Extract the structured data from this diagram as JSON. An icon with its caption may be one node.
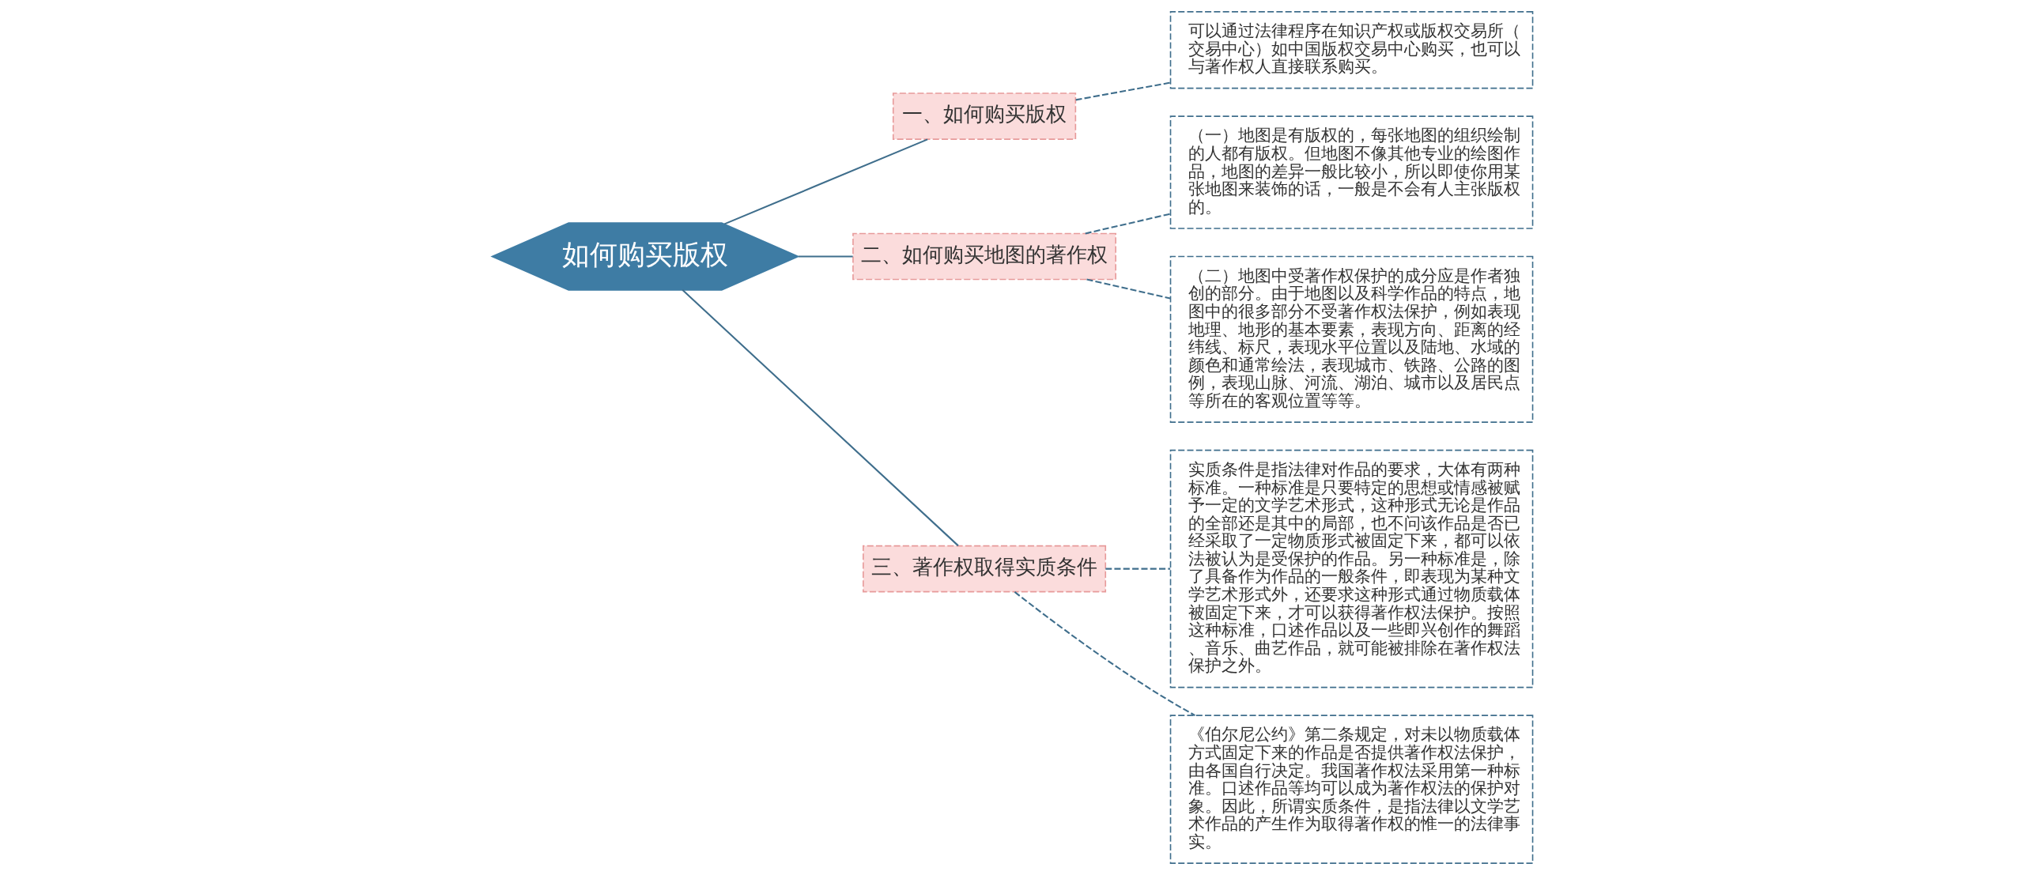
{
  "diagram": {
    "nodes": [
      {
        "text": [
          "如何购买版权"
        ]
      },
      {
        "text": [
          "一、如何购买版权"
        ]
      },
      {
        "text": [
          "可以通过法律程序在知识产权或版权交易所（交易中心）如中国版权交易中心购买，也可以与著作权人直接联系购买。"
        ]
      },
      {
        "text": [
          "二、如何购买地图的著作权"
        ]
      },
      {
        "text": [
          "（一）地图是有版权的，每张地图的组织绘制的人都有版权。但地图不像其他专业的绘图作品，地图的差异一般比较小，所以即使你用某张地图来装饰的话，一般是不会有人主张版权的。"
        ]
      },
      {
        "text": [
          "（二）地图中受著作权保护的成分应是作者独创的部分。由于地图以及科学作品的特点，地图中的很多部分不受著作权法保护，例如表现地理、地形的基本要素，表现方向、距离的经纬线、标尺，表现水平位置以及陆地、水域的颜色和通常绘法，表现城市、铁路、公路的图例，表现山脉、河流、湖泊、城市以及居民点等所在的客观位置等等。"
        ]
      },
      {
        "text": [
          "三、著作权取得实质条件"
        ]
      },
      {
        "text": [
          "实质条件是指法律对作品的要求，大体有两种标准。一种标准是只要特定的思想或情感被赋予一定的文学艺术形式，这种形式无论是作品的全部还是其中的局部，也不问该作品是否已经采取了一定物质形式被固定下来，都可以依法被认为是受保护的作品。另一种标准是，除了具备作为作品的一般条件，即表现为某种文学艺术形式外，还要求这种形式通过物质载体被固定下来，才可以获得著作权法保护。按照这种标准，口述作品以及一些即兴创作的舞蹈、音乐、曲艺作品，就可能被排除在著作权法保护之外。"
        ]
      },
      {
        "text": [
          "《伯尔尼公约》第二条规定，对未以物质载体方式固定下来的作品是否提供著作权法保护，由各国自行决定。我国著作权法采用第一种标准。口述作品等均可以成为著作权法的保护对象。因此，所谓实质条件，是指法律以文学艺术作品的产生作为取得著作权的惟一的法律事实。"
        ]
      }
    ],
    "edges": [
      {
        "from": 0,
        "to": 1,
        "arrow": "none"
      },
      {
        "from": 1,
        "to": 2,
        "arrow": "none",
        "style": "dashed"
      },
      {
        "from": 0,
        "to": 3,
        "arrow": "none"
      },
      {
        "from": 3,
        "to": 4,
        "arrow": "none",
        "style": "dashed"
      },
      {
        "from": 3,
        "to": 5,
        "arrow": "none",
        "style": "dashed"
      },
      {
        "from": 0,
        "to": 6,
        "arrow": "none"
      },
      {
        "from": 6,
        "to": 7,
        "arrow": "none",
        "style": "dashed"
      },
      {
        "from": 6,
        "to": 8,
        "arrow": "none",
        "style": "dashed"
      }
    ]
  }
}
